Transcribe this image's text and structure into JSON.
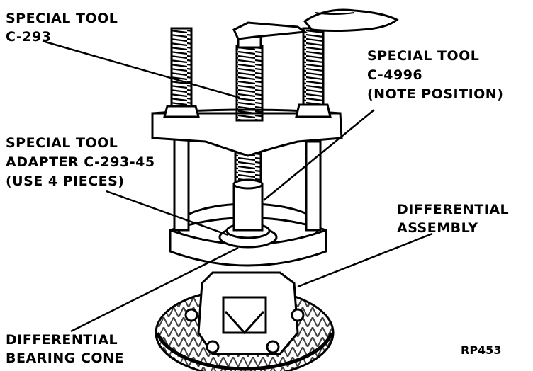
{
  "labels": {
    "tool_c293": {
      "line1": "SPECIAL TOOL",
      "line2": "C-293"
    },
    "tool_c4996": {
      "line1": "SPECIAL TOOL",
      "line2": "C-4996",
      "line3": "(NOTE POSITION)"
    },
    "adapter": {
      "line1": "SPECIAL TOOL",
      "line2": "ADAPTER C-293-45",
      "line3": "(USE 4 PIECES)"
    },
    "diff_assembly": {
      "line1": "DIFFERENTIAL",
      "line2": "ASSEMBLY"
    },
    "bearing_cone": {
      "line1": "DIFFERENTIAL",
      "line2": "BEARING CONE"
    },
    "figure_code": "RP453"
  },
  "colors": {
    "ink": "#000000",
    "paper": "#ffffff"
  }
}
